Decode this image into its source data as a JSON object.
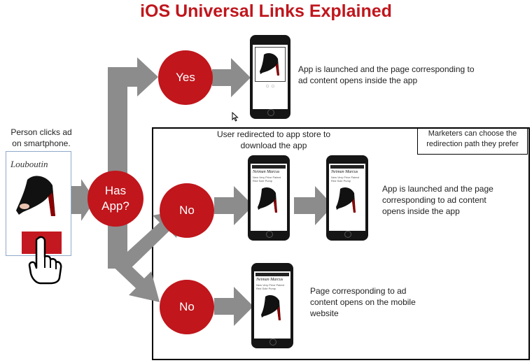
{
  "title": "iOS Universal Links Explained",
  "person_label": "Person clicks ad on smartphone.",
  "decision_label": "Has App?",
  "yes_label": "Yes",
  "no_label_1": "No",
  "no_label_2": "No",
  "yes_outcome": "App is launched and the page corresponding to ad content opens inside the app",
  "redirect_label": "User redirected to app store to download the app",
  "redirect_outcome": "App is launched and the page corresponding to ad content opens inside the app",
  "web_outcome": "Page corresponding to ad content opens on the mobile website",
  "marketers_note": "Marketers can choose the redirection path they prefer",
  "brand_colors": {
    "accent": "#c0161c",
    "arrow": "#8c8c8c"
  },
  "phone_screens": {
    "logo": "Neiman Marcus",
    "product": "New Very Prive Patent Red Sole Pump"
  }
}
